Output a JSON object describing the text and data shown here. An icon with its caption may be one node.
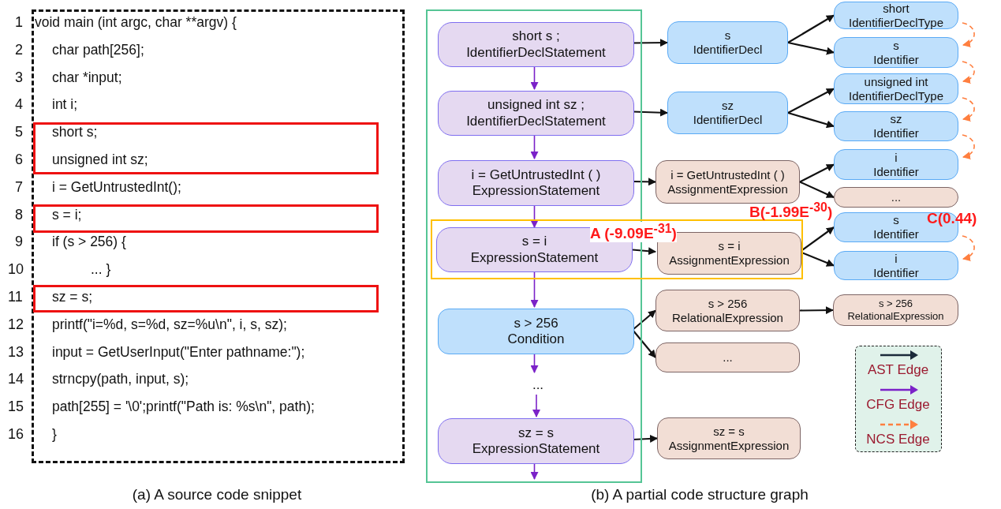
{
  "diagram": {
    "nodes": [
      {
        "text": [],
        "shape": "box"
      },
      {
        "text": [
          "short s ;",
          "IdentifierDeclStatement"
        ],
        "in": 0
      },
      {
        "text": [
          "unsigned int sz ;",
          "IdentifierDeclStatement"
        ],
        "in": 0
      },
      {
        "text": [
          "i = GetUntrustedInt ( )",
          "ExpressionStatement"
        ],
        "in": 0
      },
      {
        "text": [],
        "shape": "box"
      },
      {
        "text": [
          "s = i",
          "ExpressionStatement"
        ]
      },
      {
        "text": [
          "s > 256",
          "Condition"
        ],
        "in": 0
      },
      {
        "text": [
          "..."
        ],
        "in": 0
      },
      {
        "text": [
          "sz = s",
          "ExpressionStatement"
        ],
        "in": 0
      },
      {
        "text": [
          "s",
          "IdentifierDecl"
        ]
      },
      {
        "text": [
          "sz",
          "IdentifierDecl"
        ]
      },
      {
        "text": [
          "i = GetUntrustedInt ( )",
          "AssignmentExpression"
        ]
      },
      {
        "text": [
          "s = i",
          "AssignmentExpression"
        ],
        "in": 4
      },
      {
        "text": [
          "s > 256",
          "RelationalExpression"
        ]
      },
      {
        "text": [
          "..."
        ]
      },
      {
        "text": [
          "sz = s",
          "AssignmentExpression"
        ]
      },
      {
        "text": [
          "short",
          "IdentifierDeclType"
        ]
      },
      {
        "text": [
          "s",
          "Identifier"
        ]
      },
      {
        "text": [
          "unsigned int",
          "IdentifierDeclType"
        ]
      },
      {
        "text": [
          "sz",
          "Identifier"
        ]
      },
      {
        "text": [
          "i",
          "Identifier"
        ]
      },
      {
        "text": [
          "..."
        ]
      },
      {
        "text": [
          "s",
          "Identifier"
        ]
      },
      {
        "text": [
          "i",
          "Identifier"
        ]
      },
      {
        "text": [
          "s > 256",
          "RelationalExpression"
        ]
      }
    ],
    "edges": [
      {
        "from": 1,
        "to": 2,
        "arrow": "to",
        "color": "#7b22c8"
      },
      {
        "from": 2,
        "to": 3,
        "arrow": "to",
        "color": "#7b22c8"
      },
      {
        "from": 3,
        "to": 5,
        "arrow": "to",
        "color": "#7b22c8"
      },
      {
        "from": 5,
        "to": 6,
        "arrow": "to",
        "color": "#7b22c8"
      },
      {
        "from": 6,
        "to": 7,
        "arrow": "to",
        "color": "#7b22c8"
      },
      {
        "from": 7,
        "to": 8,
        "arrow": "to",
        "color": "#7b22c8"
      },
      {
        "from": 8,
        "to": null,
        "arrow": "to",
        "color": "#7b22c8"
      },
      {
        "from": 1,
        "to": 9,
        "arrow": "to"
      },
      {
        "from": 2,
        "to": 10,
        "arrow": "to"
      },
      {
        "from": 3,
        "to": 11,
        "arrow": "to"
      },
      {
        "from": 5,
        "to": 12,
        "arrow": "to"
      },
      {
        "from": 6,
        "to": 13,
        "arrow": "to"
      },
      {
        "from": 6,
        "to": 14,
        "arrow": "to"
      },
      {
        "from": 8,
        "to": 15,
        "arrow": "to"
      },
      {
        "from": 9,
        "to": 16,
        "arrow": "to"
      },
      {
        "from": 9,
        "to": 17,
        "arrow": "to"
      },
      {
        "from": 10,
        "to": 18,
        "arrow": "to"
      },
      {
        "from": 10,
        "to": 19,
        "arrow": "to"
      },
      {
        "from": 11,
        "to": 20,
        "arrow": "to"
      },
      {
        "from": 11,
        "to": 21,
        "arrow": "to"
      },
      {
        "from": 12,
        "to": 22,
        "arrow": "to"
      },
      {
        "from": 12,
        "to": 23,
        "arrow": "to"
      },
      {
        "from": 13,
        "to": 24,
        "arrow": "to"
      },
      {
        "from": 16,
        "to": 17,
        "arrow": "to",
        "style": "dashed",
        "color": "#ff7f3f"
      },
      {
        "from": 17,
        "to": 18,
        "arrow": "to",
        "style": "dashed",
        "color": "#ff7f3f"
      },
      {
        "from": 18,
        "to": 19,
        "arrow": "to",
        "style": "dashed",
        "color": "#ff7f3f"
      },
      {
        "from": 19,
        "to": 20,
        "arrow": "to",
        "style": "dashed",
        "color": "#ff7f3f"
      },
      {
        "from": 22,
        "to": 23,
        "arrow": "to",
        "style": "dashed",
        "color": "#ff7f3f"
      }
    ],
    "labels": [
      "1",
      "void main (int argc, char **argv) {",
      "2",
      "char path[256];",
      "3",
      "char *input;",
      "4",
      "int i;",
      "5",
      "short s;",
      "6",
      "unsigned int sz;",
      "7",
      "i = GetUntrustedInt();",
      "8",
      "s = i;",
      "9",
      "if (s > 256) {",
      "10",
      "... }",
      "11",
      "sz = s;",
      "12",
      "printf(\"i=%d, s=%d, sz=%u\\n\", i, s, sz);",
      "13",
      "input = GetUserInput(\"Enter pathname:\");",
      "14",
      "strncpy(path, input, s);",
      "15",
      "path[255] = '\\0';printf(\"Path is: %s\\n\", path);",
      "16",
      "}",
      "A (-9.09E$^{-31}$)",
      "B(-1.99E$^{-30}$)",
      "C(0.44)",
      "(a) A source code snippet",
      "(b) A partial code structure graph"
    ],
    "legend": [
      {
        "text": "AST Edge"
      },
      {
        "text": "CFG Edge"
      },
      {
        "text": "NCS Edge"
      }
    ]
  }
}
